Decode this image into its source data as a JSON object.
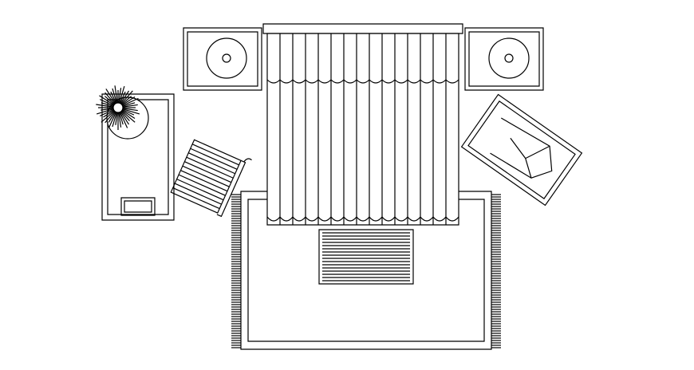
{
  "drawing": {
    "style": {
      "stroke": "#000000",
      "background": "#ffffff"
    },
    "furniture": [
      {
        "name": "bed",
        "icon": "bed-icon"
      },
      {
        "name": "nightstand-left",
        "icon": "lamp-icon"
      },
      {
        "name": "nightstand-right",
        "icon": "lamp-icon"
      },
      {
        "name": "desk-with-plant",
        "icon": "plant-icon"
      },
      {
        "name": "armchair",
        "icon": "chair-icon"
      },
      {
        "name": "chaise-lounge",
        "icon": "lounge-icon"
      },
      {
        "name": "area-rug",
        "icon": "rug-icon"
      },
      {
        "name": "floor-mat",
        "icon": "mat-icon"
      }
    ]
  }
}
